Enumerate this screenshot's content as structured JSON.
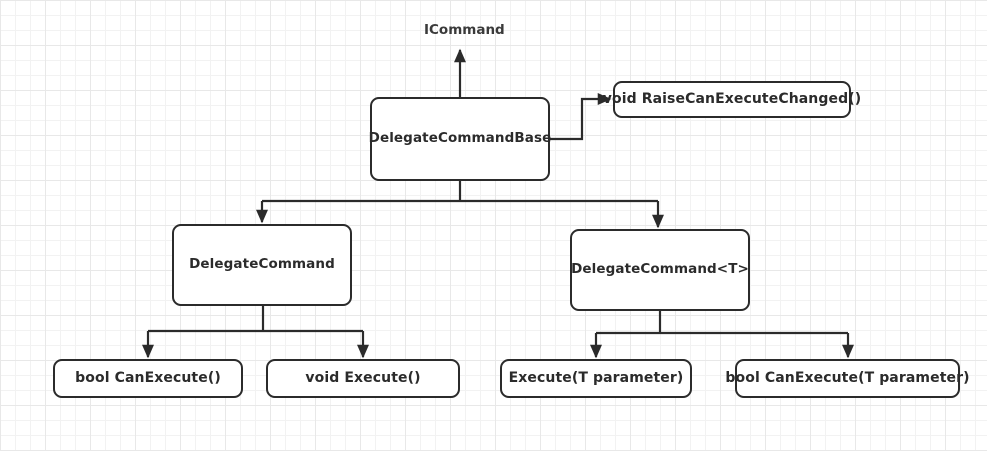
{
  "diagram": {
    "title_label": "ICommand",
    "style": {
      "background": "#ffffff",
      "grid_minor_color": "#f2f2f2",
      "grid_major_color": "#e8e8e8",
      "stroke_color": "#2b2b2b",
      "node_fill": "#ffffff",
      "label_color": "#3a3a3a"
    },
    "nodes": [
      {
        "id": "delegate-command-base",
        "label": "DelegateCommandBase",
        "kind": "class"
      },
      {
        "id": "raise-can-execute-changed",
        "label": "void RaiseCanExecuteChanged()",
        "kind": "method"
      },
      {
        "id": "delegate-command",
        "label": "DelegateCommand",
        "kind": "class"
      },
      {
        "id": "delegate-command-generic",
        "label": "DelegateCommand<T>",
        "kind": "class"
      },
      {
        "id": "bool-can-execute",
        "label": "bool CanExecute()",
        "kind": "method"
      },
      {
        "id": "void-execute",
        "label": "void Execute()",
        "kind": "method"
      },
      {
        "id": "execute-t-parameter",
        "label": "Execute(T parameter)",
        "kind": "method"
      },
      {
        "id": "bool-can-execute-t-parameter",
        "label": "bool CanExecute(T parameter)",
        "kind": "method"
      }
    ],
    "edges": [
      {
        "from": "delegate-command-base",
        "to": "ICommand",
        "kind": "implements-arrow-up"
      },
      {
        "from": "delegate-command-base",
        "to": "raise-can-execute-changed",
        "kind": "member-arrow-right"
      },
      {
        "from": "delegate-command-base",
        "to": "delegate-command",
        "kind": "inherits-arrow-down"
      },
      {
        "from": "delegate-command-base",
        "to": "delegate-command-generic",
        "kind": "inherits-arrow-down"
      },
      {
        "from": "delegate-command",
        "to": "bool-can-execute",
        "kind": "member-arrow-down"
      },
      {
        "from": "delegate-command",
        "to": "void-execute",
        "kind": "member-arrow-down"
      },
      {
        "from": "delegate-command-generic",
        "to": "execute-t-parameter",
        "kind": "member-arrow-down"
      },
      {
        "from": "delegate-command-generic",
        "to": "bool-can-execute-t-parameter",
        "kind": "member-arrow-down"
      }
    ]
  }
}
